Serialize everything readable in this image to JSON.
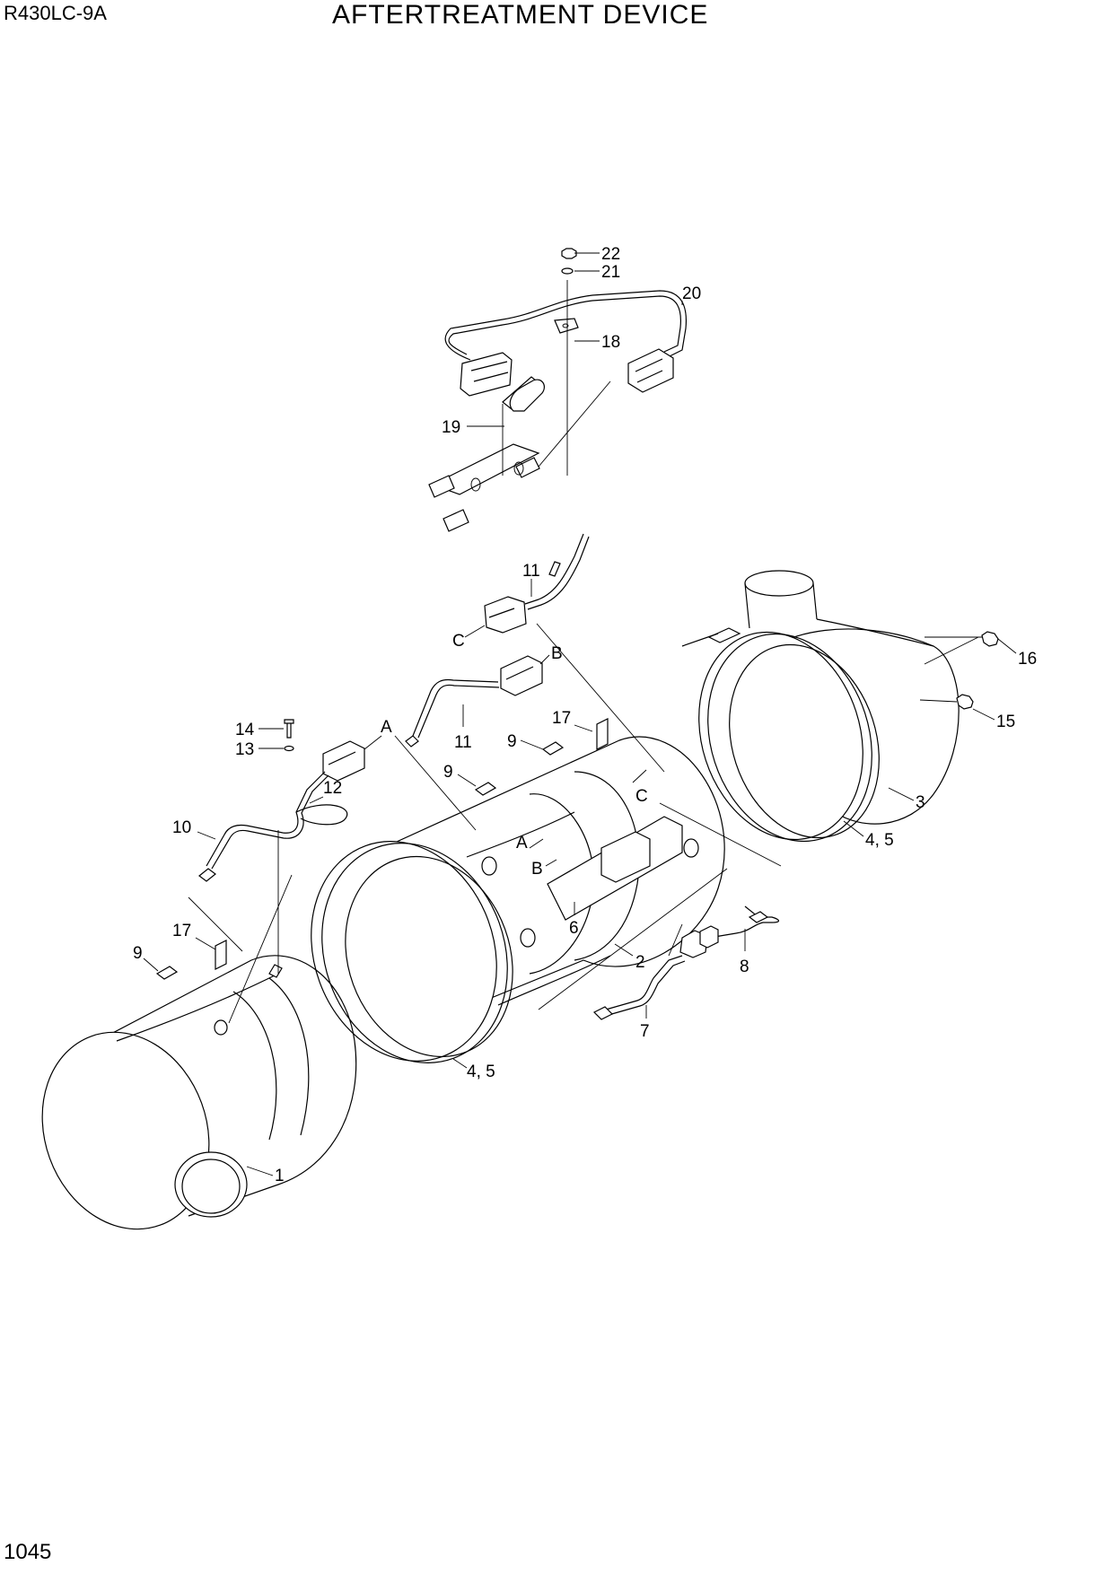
{
  "header": {
    "model": "R430LC-9A",
    "title": "AFTERTREATMENT DEVICE"
  },
  "footer": {
    "page_number": "1045"
  },
  "callouts": [
    {
      "id": "c22",
      "label": "22"
    },
    {
      "id": "c21",
      "label": "21"
    },
    {
      "id": "c20",
      "label": "20"
    },
    {
      "id": "c18",
      "label": "18"
    },
    {
      "id": "c19",
      "label": "19"
    },
    {
      "id": "c11a",
      "label": "11"
    },
    {
      "id": "cC1",
      "label": "C"
    },
    {
      "id": "cB1",
      "label": "B"
    },
    {
      "id": "c16",
      "label": "16"
    },
    {
      "id": "c15",
      "label": "15"
    },
    {
      "id": "c14",
      "label": "14"
    },
    {
      "id": "c13",
      "label": "13"
    },
    {
      "id": "cA1",
      "label": "A"
    },
    {
      "id": "c11b",
      "label": "11"
    },
    {
      "id": "c17a",
      "label": "17"
    },
    {
      "id": "c9a",
      "label": "9"
    },
    {
      "id": "c9b",
      "label": "9"
    },
    {
      "id": "cC2",
      "label": "C"
    },
    {
      "id": "c12",
      "label": "12"
    },
    {
      "id": "c10",
      "label": "10"
    },
    {
      "id": "c3",
      "label": "3"
    },
    {
      "id": "cA2",
      "label": "A"
    },
    {
      "id": "cB2",
      "label": "B"
    },
    {
      "id": "c45a",
      "label": "4, 5"
    },
    {
      "id": "c6",
      "label": "6"
    },
    {
      "id": "c17b",
      "label": "17"
    },
    {
      "id": "c9c",
      "label": "9"
    },
    {
      "id": "c2",
      "label": "2"
    },
    {
      "id": "c8",
      "label": "8"
    },
    {
      "id": "c7",
      "label": "7"
    },
    {
      "id": "c45b",
      "label": "4, 5"
    },
    {
      "id": "c1",
      "label": "1"
    }
  ]
}
